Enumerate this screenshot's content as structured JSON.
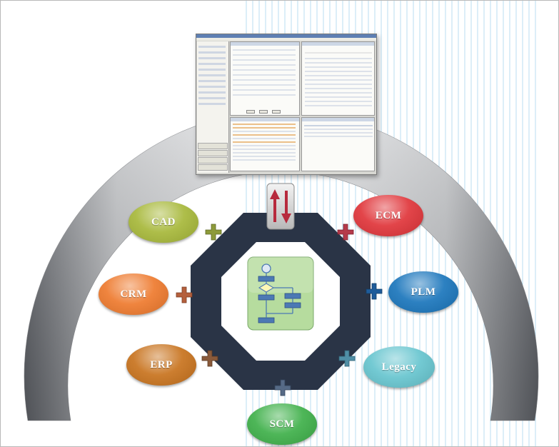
{
  "nodes": [
    {
      "id": "cad",
      "label": "CAD",
      "color": "#a7b83a"
    },
    {
      "id": "crm",
      "label": "CRM",
      "color": "#ee7a2e"
    },
    {
      "id": "erp",
      "label": "ERP",
      "color": "#c8731e"
    },
    {
      "id": "scm",
      "label": "SCM",
      "color": "#3fb04a"
    },
    {
      "id": "legacy",
      "label": "Legacy",
      "color": "#67c5cf"
    },
    {
      "id": "plm",
      "label": "PLM",
      "color": "#1b76bc"
    },
    {
      "id": "ecm",
      "label": "ECM",
      "color": "#e0353a"
    }
  ],
  "colors": {
    "octagon": "#2a3446",
    "center_panel": "#b6dc9e",
    "flow_shapes": "#4c79b4",
    "arch": "#9ea0a4",
    "sync_arrow_up": "#b72a3d",
    "sync_arrow_down": "#b72a3d"
  },
  "icons": {
    "sync": "up-down-arrows-icon",
    "connector": "plus-icon",
    "center": "flowchart-icon"
  }
}
